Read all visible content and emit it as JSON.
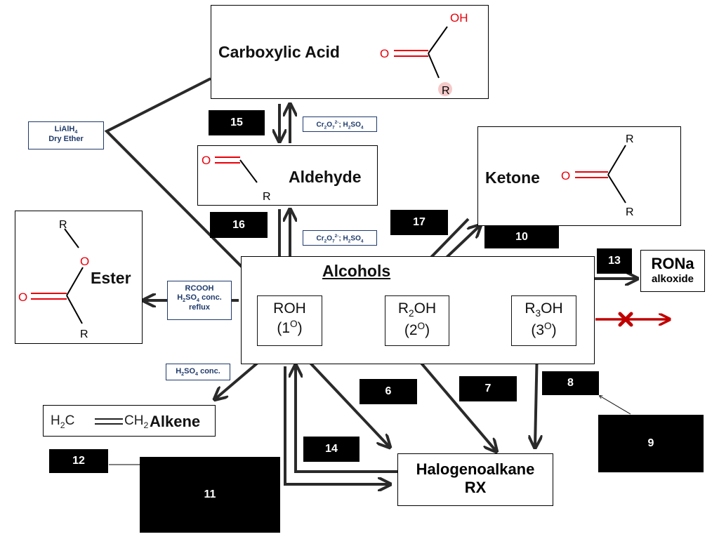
{
  "nodes": {
    "carboxylic_acid": {
      "label": "Carboxylic Acid",
      "oh": "OH",
      "o": "O",
      "r": "R"
    },
    "aldehyde": {
      "label": "Aldehyde",
      "o": "O",
      "r": "R"
    },
    "ketone": {
      "label": "Ketone",
      "o": "O",
      "r_top": "R",
      "r_bottom": "R"
    },
    "ester": {
      "label": "Ester",
      "o_ring": "O",
      "o_carbonyl": "O",
      "r_top": "R",
      "r_bottom": "R"
    },
    "alcohols": {
      "label": "Alcohols"
    },
    "primary": {
      "formula": "ROH",
      "degree": "1",
      "deg_sup": "O"
    },
    "secondary": {
      "r": "R",
      "sub": "2",
      "oh": "OH",
      "degree": "2",
      "deg_sup": "O"
    },
    "tertiary": {
      "r": "R",
      "sub": "3",
      "oh": "OH",
      "degree": "3",
      "deg_sup": "O"
    },
    "rona": {
      "label": "RONa",
      "sublabel": "alkoxide"
    },
    "alkene": {
      "formula_left": "H",
      "formula_left_sub": "2",
      "formula_left_c": "C",
      "formula_right": "CH",
      "formula_right_sub": "2",
      "label": "Alkene"
    },
    "halogenoalkane": {
      "line1": "Halogenoalkane",
      "line2": "RX"
    }
  },
  "reagents": {
    "lialh4": {
      "line1a": "LiAlH",
      "line1sub": "4",
      "line2": "Dry Ether"
    },
    "oxidation_top": {
      "a": "Cr",
      "a_sub": "2",
      "b": "O",
      "b_sub": "7",
      "b_sup": "2-",
      "c": "; H",
      "c_sub": "2",
      "d": "SO",
      "d_sub": "4"
    },
    "oxidation_mid": {
      "a": "Cr",
      "a_sub": "2",
      "b": "O",
      "b_sub": "7",
      "b_sup": "2-",
      "c": "; H",
      "c_sub": "2",
      "d": "SO",
      "d_sub": "4"
    },
    "esterification": {
      "line1": "RCOOH",
      "line2a": "H",
      "line2sub1": "2",
      "line2b": "SO",
      "line2sub2": "4",
      "line2c": " conc.",
      "line3": "reflux"
    },
    "dehydration": {
      "a": "H",
      "a_sub": "2",
      "b": "SO",
      "b_sub": "4",
      "c": " conc."
    }
  },
  "blanks": [
    "15",
    "16",
    "17",
    "10",
    "13",
    "6",
    "7",
    "8",
    "9",
    "14",
    "12",
    "11"
  ],
  "colors": {
    "arrow": "#2a2a2a",
    "reagent_text": "#1f3a6b",
    "oxygen": "#e8000b",
    "blocked": "#c00000"
  }
}
